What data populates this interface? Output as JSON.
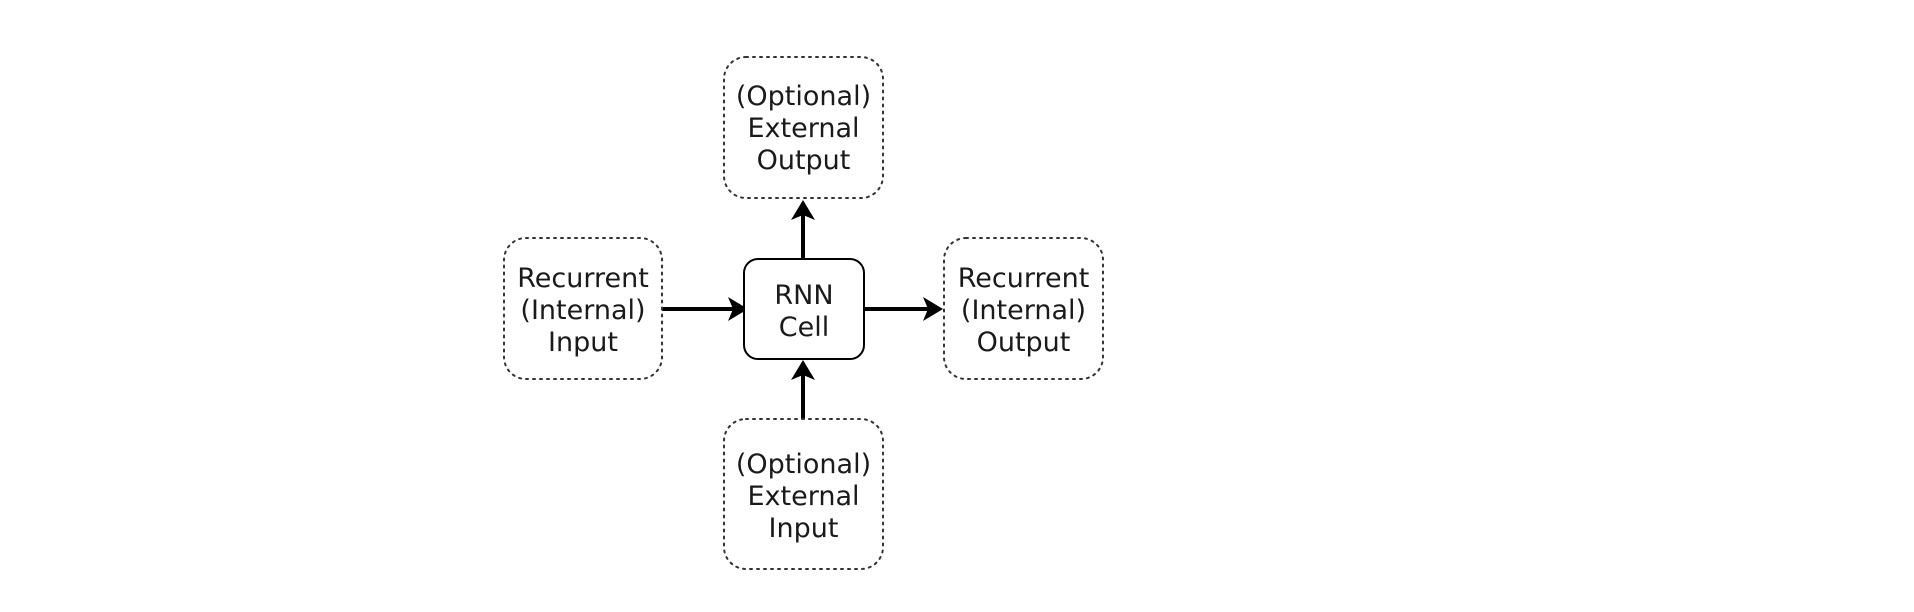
{
  "diagram": {
    "nodes": {
      "ext_output": {
        "lines": [
          "(Optional)",
          "External",
          "Output"
        ]
      },
      "rec_input": {
        "lines": [
          "Recurrent",
          "(Internal)",
          "Input"
        ]
      },
      "rnn_cell": {
        "lines": [
          "RNN",
          "Cell"
        ]
      },
      "rec_output": {
        "lines": [
          "Recurrent",
          "(Internal)",
          "Output"
        ]
      },
      "ext_input": {
        "lines": [
          "(Optional)",
          "External",
          "Input"
        ]
      }
    },
    "edges": [
      {
        "from": "rec_input",
        "to": "rnn_cell"
      },
      {
        "from": "rnn_cell",
        "to": "rec_output"
      },
      {
        "from": "rnn_cell",
        "to": "ext_output"
      },
      {
        "from": "ext_input",
        "to": "rnn_cell"
      }
    ],
    "colors": {
      "stroke": "#000000",
      "dotted_stroke": "#333333",
      "text": "#1a1a1a",
      "background": "#ffffff"
    }
  }
}
